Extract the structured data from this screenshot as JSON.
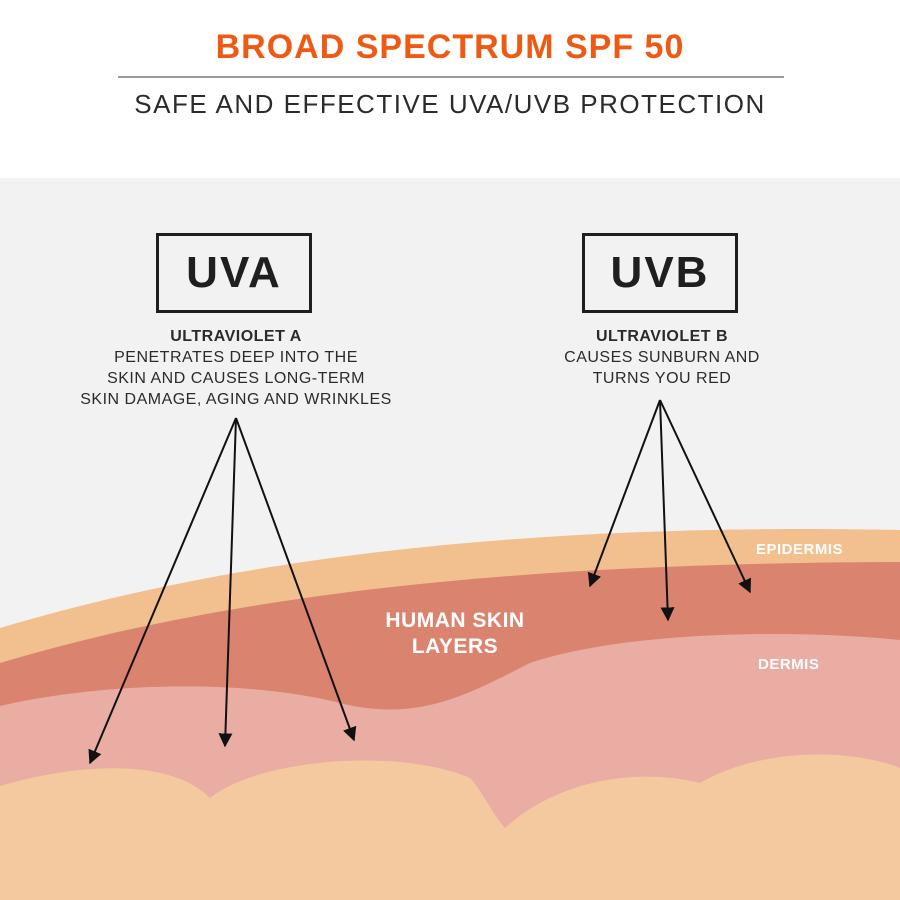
{
  "header": {
    "title": "BROAD SPECTRUM SPF 50",
    "subtitle": "SAFE AND EFFECTIVE UVA/UVB PROTECTION"
  },
  "uva": {
    "badge": "UVA",
    "name": "ULTRAVIOLET A",
    "lines": [
      "PENETRATES DEEP INTO THE",
      "SKIN AND CAUSES LONG-TERM",
      "SKIN DAMAGE, AGING AND WRINKLES"
    ]
  },
  "uvb": {
    "badge": "UVB",
    "name": "ULTRAVIOLET B",
    "lines": [
      "CAUSES SUNBURN AND",
      "TURNS YOU RED"
    ]
  },
  "layers": {
    "epidermis": "EPIDERMIS",
    "human_line1": "HUMAN SKIN",
    "human_line2": "LAYERS",
    "dermis": "DERMIS"
  },
  "colors": {
    "title": "#ee5a14",
    "panel_bg": "#f2f2f2",
    "epidermis_top": "#f2c08e",
    "epidermis": "#da8470",
    "dermis": "#eaada4",
    "subcutis": "#f4c9a0",
    "arrows": "#111111"
  }
}
